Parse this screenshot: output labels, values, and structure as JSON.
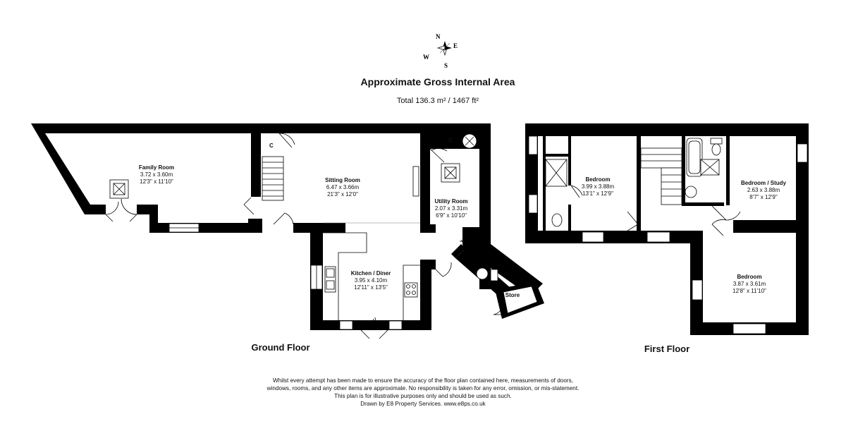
{
  "header": {
    "title": "Approximate Gross Internal Area",
    "total": "Total 136.3 m² / 1467 ft²"
  },
  "compass": {
    "n": "N",
    "e": "E",
    "s": "S",
    "w": "W"
  },
  "floors": {
    "ground": "Ground Floor",
    "first": "First Floor"
  },
  "rooms": {
    "family": {
      "name": "Family Room",
      "metric": "3.72 x 3.60m",
      "imperial": "12'3\" x 11'10\""
    },
    "sitting": {
      "name": "Sitting Room",
      "metric": "6.47 x 3.66m",
      "imperial": "21'3\" x 12'0\""
    },
    "utility": {
      "name": "Utility Room",
      "metric": "2.07 x 3.31m",
      "imperial": "6'9\" x 10'10\""
    },
    "kitchen": {
      "name": "Kitchen / Diner",
      "metric": "3.95 x 4.10m",
      "imperial": "12'11\" x 13'5\""
    },
    "store": {
      "name": "Store"
    },
    "bedroom1": {
      "name": "Bedroom",
      "metric": "3.99 x 3.88m",
      "imperial": "13'1\" x 12'9\""
    },
    "study": {
      "name": "Bedroom / Study",
      "metric": "2.63 x 3.88m",
      "imperial": "8'7\" x 12'9\""
    },
    "bedroom2": {
      "name": "Bedroom",
      "metric": "3.87 x 3.61m",
      "imperial": "12'8\" x 11'10\""
    }
  },
  "cupboard_label": "C",
  "disclaimer": {
    "line1": "Whilst every attempt has been made to ensure the accuracy of the floor plan contained here, measurements of doors,",
    "line2": "windows, rooms, and any other items are approximate. No responsibility is taken for any error, omission, or mis-statement.",
    "line3": "This plan is for illustrative purposes only and should be used as such.",
    "line4": "Drawn by E8 Property Services. www.e8ps.co.uk"
  }
}
